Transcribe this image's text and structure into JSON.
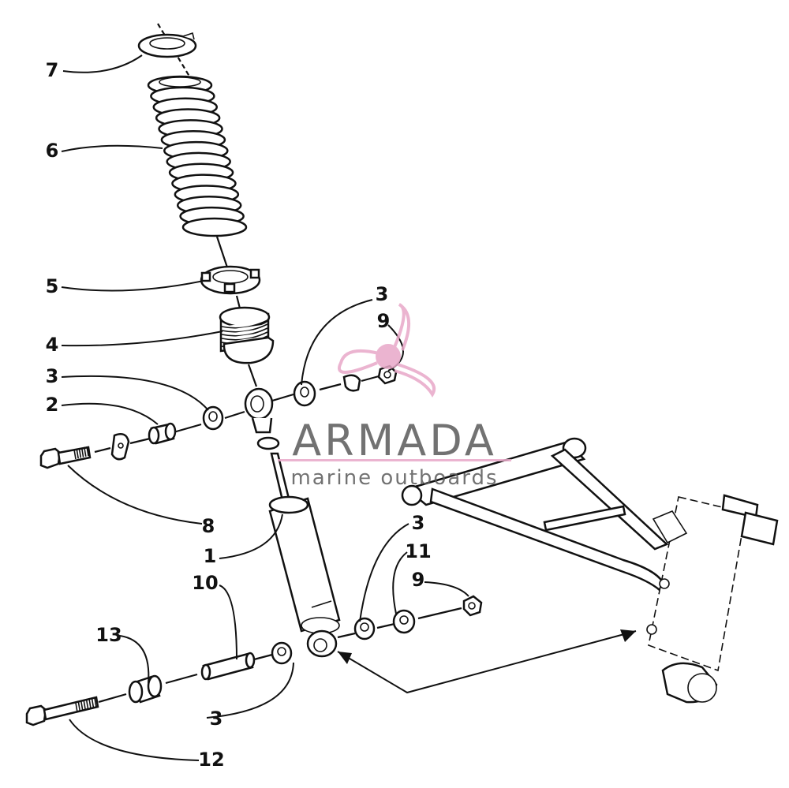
{
  "callouts": [
    {
      "id": "c7",
      "text": "7"
    },
    {
      "id": "c6",
      "text": "6"
    },
    {
      "id": "c5",
      "text": "5"
    },
    {
      "id": "c4",
      "text": "4"
    },
    {
      "id": "c3a",
      "text": "3"
    },
    {
      "id": "c2",
      "text": "2"
    },
    {
      "id": "c3b",
      "text": "3"
    },
    {
      "id": "c9a",
      "text": "9"
    },
    {
      "id": "c8",
      "text": "8"
    },
    {
      "id": "c1",
      "text": "1"
    },
    {
      "id": "c10",
      "text": "10"
    },
    {
      "id": "c13",
      "text": "13"
    },
    {
      "id": "c3c",
      "text": "3"
    },
    {
      "id": "c11",
      "text": "11"
    },
    {
      "id": "c9b",
      "text": "9"
    },
    {
      "id": "c3d",
      "text": "3"
    },
    {
      "id": "c12",
      "text": "12"
    }
  ],
  "watermark": {
    "brand": "ARMADA",
    "tagline": "marine outboards",
    "brand_color": "#6b6b6b",
    "accent_color": "#e8a8c8",
    "icon": "propeller-logo"
  },
  "colors": {
    "ink": "#111111",
    "paper": "#ffffff"
  }
}
